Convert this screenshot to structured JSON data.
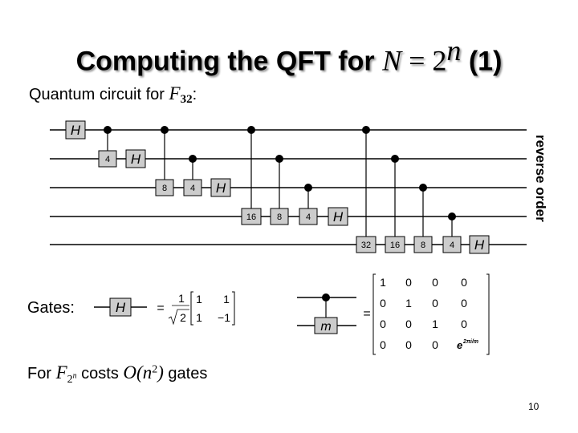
{
  "slide": {
    "title_text": "Computing the QFT for ",
    "title_math_n_var": "N",
    "title_math_eq": " = 2",
    "title_math_sup": "n",
    "title_suffix": " (1)",
    "subtitle_text": "Quantum circuit for ",
    "subtitle_math": "F",
    "subtitle_sub": "32",
    "subtitle_colon": ":",
    "reverse_order_label": "reverse order",
    "gates_label": "Gates:",
    "cost_prefix": "For ",
    "cost_F": "F",
    "cost_sub_base": "2",
    "cost_sub_exp": "n",
    "cost_mid": " costs ",
    "cost_O": "O(n",
    "cost_sup": "2",
    "cost_close": ")",
    "cost_suffix": " gates",
    "page_number": "10"
  },
  "circuit": {
    "hadamard_label": "H",
    "phase_labels": [
      "4",
      "8",
      "4",
      "16",
      "8",
      "4",
      "32",
      "16",
      "8",
      "4"
    ]
  },
  "gate_defs": {
    "hadamard_box": "H",
    "eq1": "=",
    "hadamard_factor_num": "1",
    "hadamard_factor_den": "2",
    "hadamard_matrix": [
      "1",
      "1",
      "1",
      "−1"
    ],
    "cphase_label": "m",
    "eq2": "=",
    "cphase_matrix_row1": [
      "1",
      "0",
      "0",
      "0"
    ],
    "cphase_matrix_row2": [
      "0",
      "1",
      "0",
      "0"
    ],
    "cphase_matrix_row3": [
      "0",
      "0",
      "1",
      "0"
    ],
    "cphase_matrix_row4": [
      "0",
      "0",
      "0"
    ],
    "cphase_corner_base": "e",
    "cphase_corner_exp": "2πi/m"
  },
  "colors": {
    "gate_fill": "#cccccc",
    "line": "#000000",
    "title_shadow": "#9a9a9a"
  }
}
